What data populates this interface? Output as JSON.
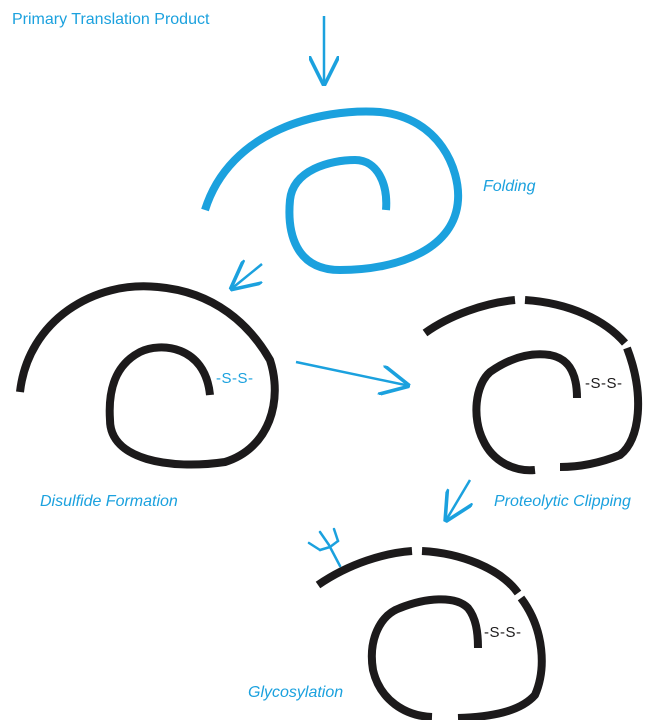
{
  "colors": {
    "accent": "#1ba1de",
    "strand": "#1c1a1b"
  },
  "labels": {
    "primary": "Primary Translation Product",
    "folding": "Folding",
    "disulfide": "Disulfide Formation",
    "clipping": "Proteolytic Clipping",
    "glycosylation": "Glycosylation"
  },
  "bonds": {
    "disulfide": "-S-S-",
    "clipping": "-S-S-",
    "glycosylation": "-S-S-"
  }
}
